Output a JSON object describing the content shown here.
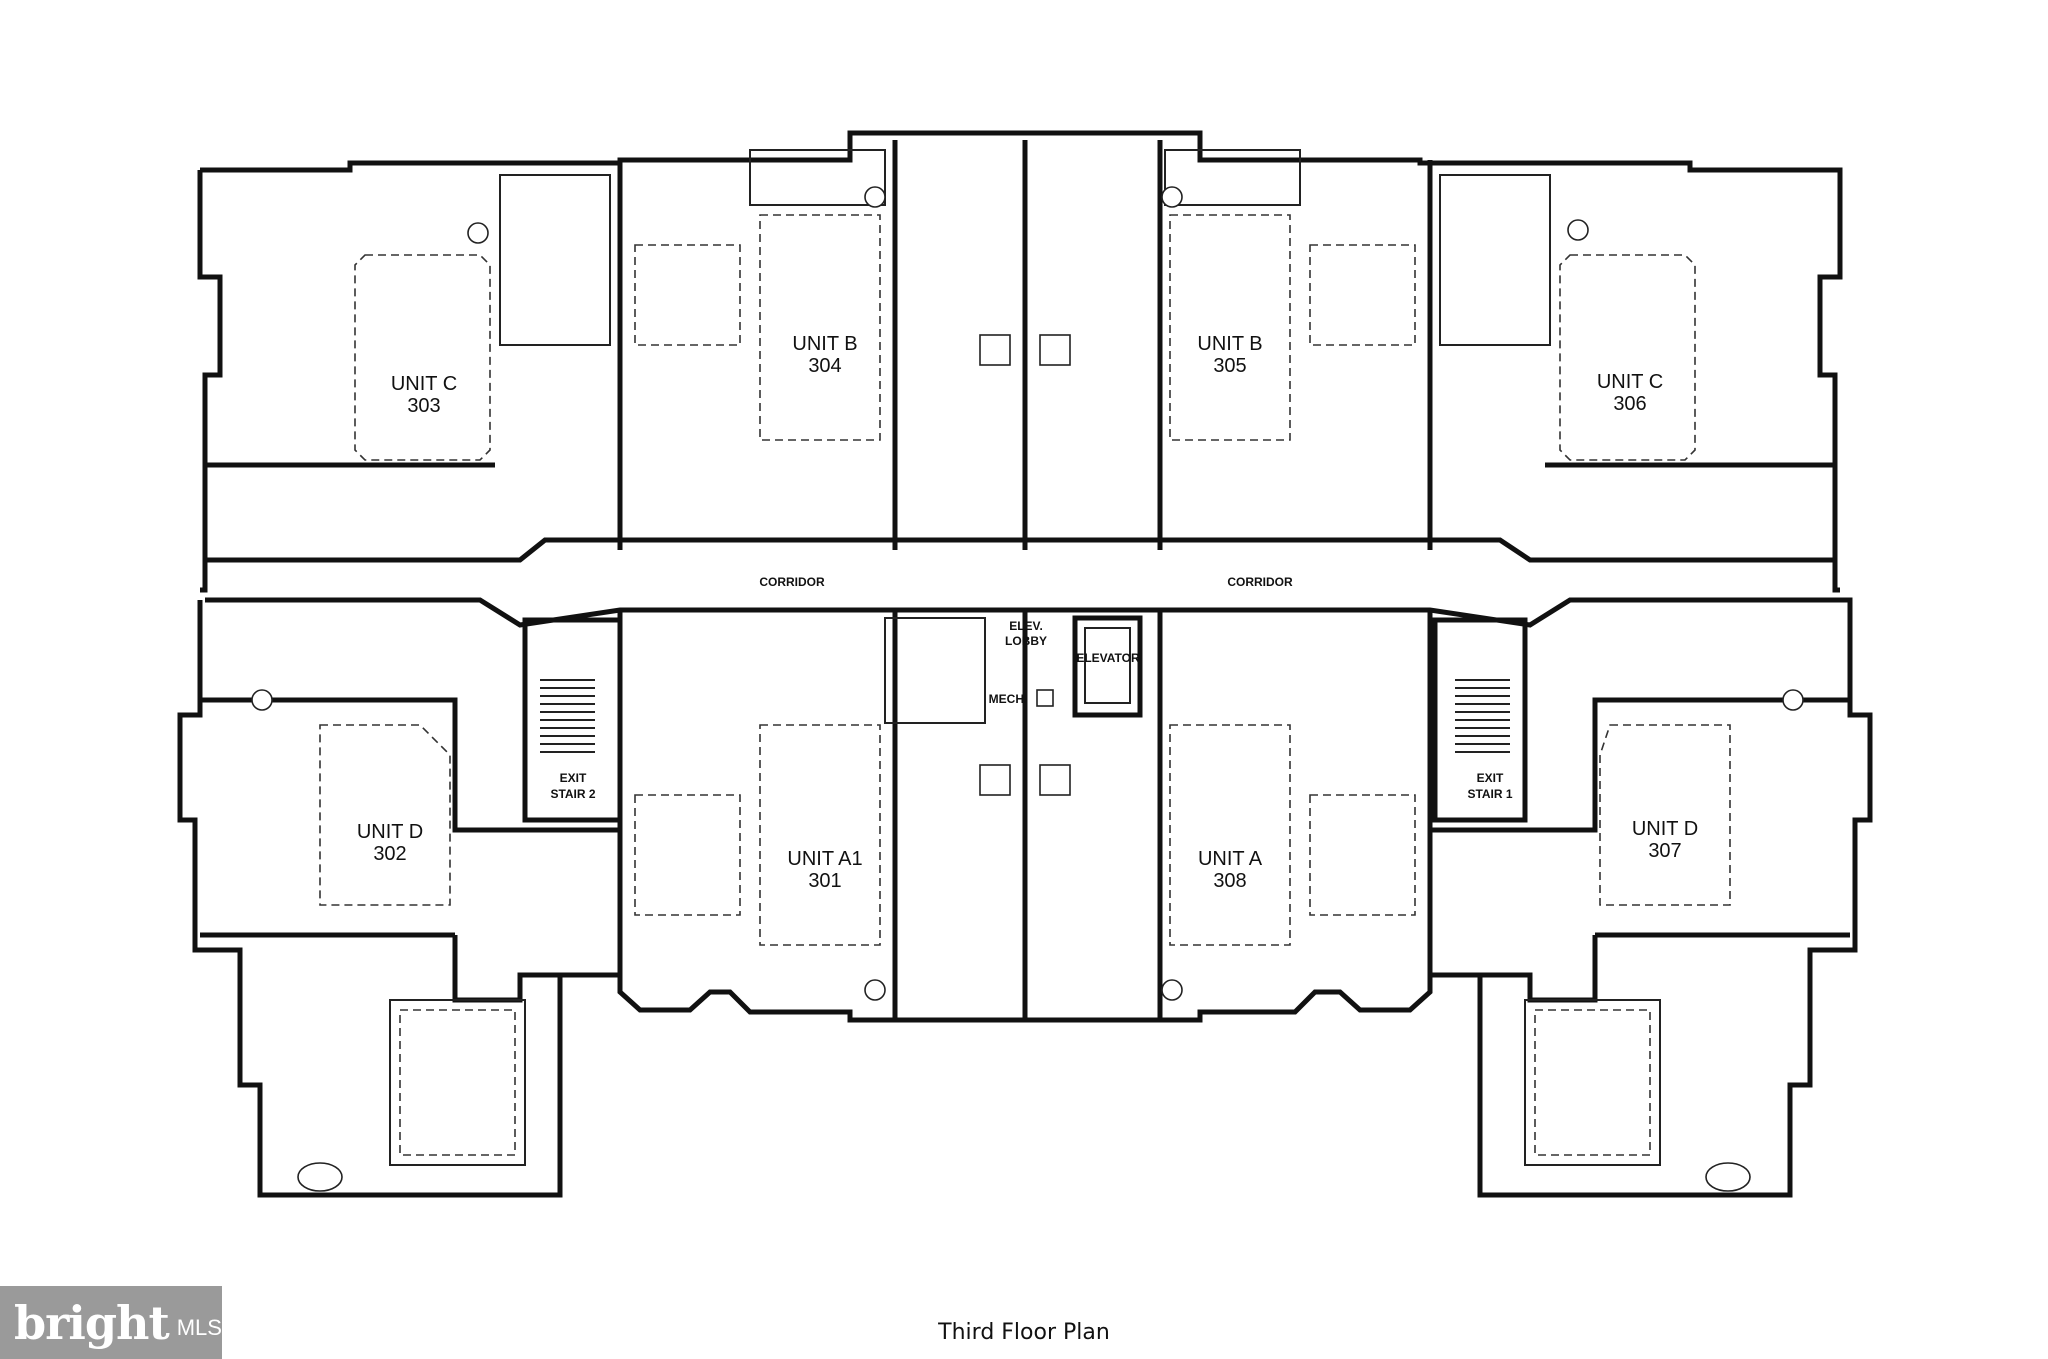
{
  "title": "Third Floor Plan",
  "brand": {
    "name": "bright",
    "suffix": "MLS"
  },
  "corridor_label": "CORRIDOR",
  "units": [
    {
      "name": "UNIT C",
      "number": "303"
    },
    {
      "name": "UNIT B",
      "number": "304"
    },
    {
      "name": "UNIT B",
      "number": "305"
    },
    {
      "name": "UNIT C",
      "number": "306"
    },
    {
      "name": "UNIT D",
      "number": "302"
    },
    {
      "name": "UNIT A1",
      "number": "301"
    },
    {
      "name": "UNIT A",
      "number": "308"
    },
    {
      "name": "UNIT D",
      "number": "307"
    }
  ],
  "core": {
    "elev_lobby": [
      "ELEV.",
      "LOBBY"
    ],
    "elevator": "ELEVATOR",
    "mech": "MECH.",
    "stair2": [
      "EXIT",
      "STAIR 2"
    ],
    "stair1": [
      "EXIT",
      "STAIR 1"
    ]
  }
}
